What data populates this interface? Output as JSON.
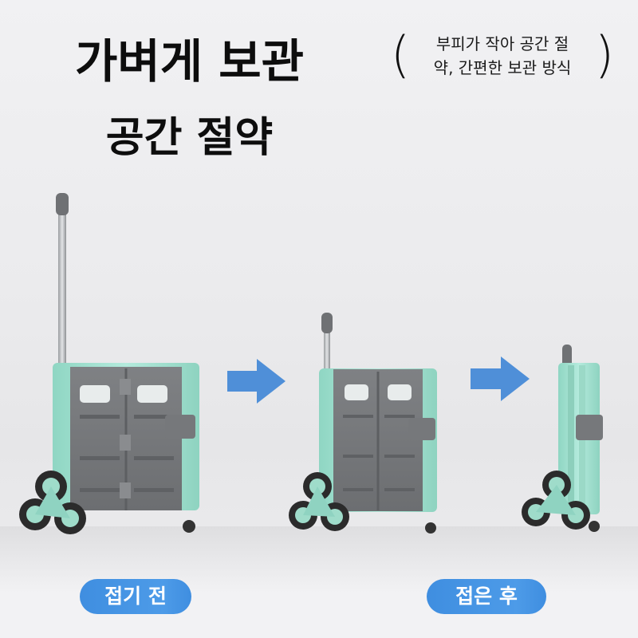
{
  "headline": {
    "line1": "가벼게 보관",
    "line2": "공간 절약"
  },
  "side_note": {
    "line1": "부피가 작아 공간 절",
    "line2": "약, 간편한 보관 방식"
  },
  "labels": {
    "before": "접기 전",
    "after": "접은 후"
  },
  "colors": {
    "mint": "#a6e3d2",
    "gray_panel": "#7d7f82",
    "arrow_blue": "#4f8fd8",
    "pill_blue": "#4597e4"
  },
  "icons": [
    "right-arrow-icon",
    "right-arrow-icon"
  ]
}
